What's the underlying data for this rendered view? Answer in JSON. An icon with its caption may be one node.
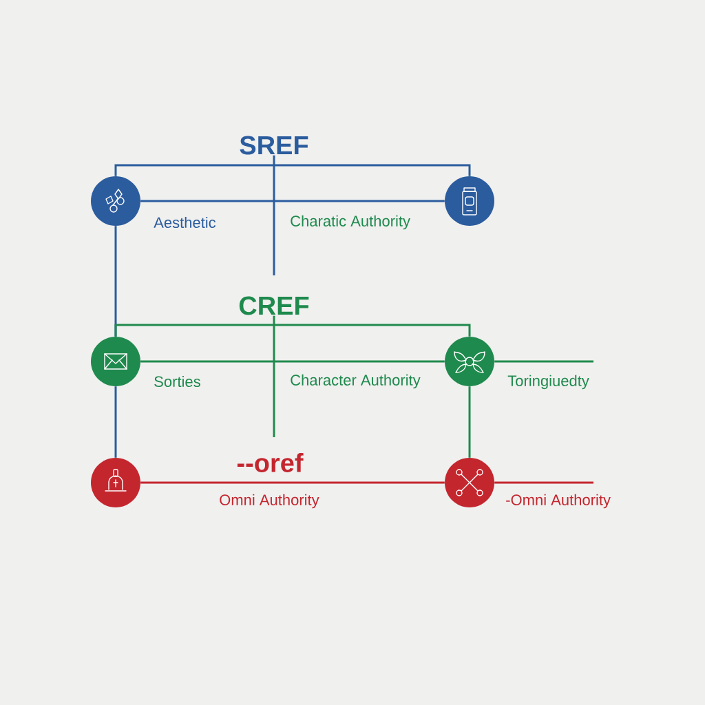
{
  "diagram": {
    "nodes": [
      {
        "text": [
          "SREF"
        ]
      },
      {
        "text": [],
        "shape": "circle",
        "beside": [
          "Aesthetic"
        ]
      },
      {
        "text": [],
        "shape": "circle"
      },
      {
        "text": [
          "CREF"
        ]
      },
      {
        "text": [],
        "shape": "circle",
        "beside": [
          "Sorties"
        ]
      },
      {
        "text": [],
        "shape": "circle",
        "beside": [
          "Toringiuedty"
        ]
      },
      {
        "text": [
          "--oref"
        ]
      },
      {
        "text": [],
        "shape": "circle"
      },
      {
        "text": [],
        "shape": "circle",
        "beside": [
          "-Omni Authority"
        ]
      }
    ],
    "edges": [
      {
        "from": 1,
        "to": 2,
        "arrow": "none"
      },
      {
        "from": 1,
        "to": 2,
        "arrow": "none"
      },
      {
        "from": 0,
        "to": null,
        "arrow": "none"
      },
      {
        "from": 1,
        "to": 4,
        "arrow": "none"
      },
      {
        "from": 4,
        "to": 5,
        "arrow": "none",
        "color": "#1f8a4d"
      },
      {
        "from": 4,
        "to": 5,
        "arrow": "none",
        "color": "#1f8a4d"
      },
      {
        "from": 3,
        "to": null,
        "arrow": "none",
        "color": "#1f8a4d"
      },
      {
        "from": 5,
        "to": null,
        "arrow": "none",
        "color": "#1f8a4d"
      },
      {
        "from": 4,
        "to": 7,
        "arrow": "none"
      },
      {
        "from": 5,
        "to": 8,
        "arrow": "none",
        "color": "#1f8a4d"
      },
      {
        "from": 7,
        "to": 8,
        "arrow": "none",
        "color": "#c4262e"
      },
      {
        "from": 8,
        "to": null,
        "arrow": "none",
        "color": "#c4262e"
      }
    ],
    "labels": [
      "Charatic Authority",
      "Character Authority",
      "Omni Authority"
    ]
  }
}
